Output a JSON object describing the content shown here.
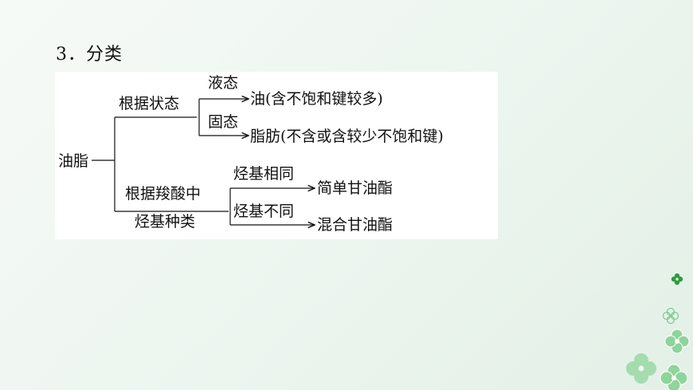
{
  "heading": "3．分类",
  "diagram": {
    "root": "油脂",
    "by_state": {
      "label": "根据状态",
      "liquid": "液态",
      "liquid_result": "油(含不饱和键较多)",
      "solid": "固态",
      "solid_result": "脂肪(不含或含较少不饱和键)"
    },
    "by_acid": {
      "label_line1": "根据羧酸中",
      "label_line2": "烃基种类",
      "same": "烃基相同",
      "same_result": "简单甘油酯",
      "different": "烃基不同",
      "different_result": "混合甘油酯"
    }
  },
  "colors": {
    "background": "#eef6f0",
    "box": "#ffffff",
    "flower": "#7dc98a"
  }
}
